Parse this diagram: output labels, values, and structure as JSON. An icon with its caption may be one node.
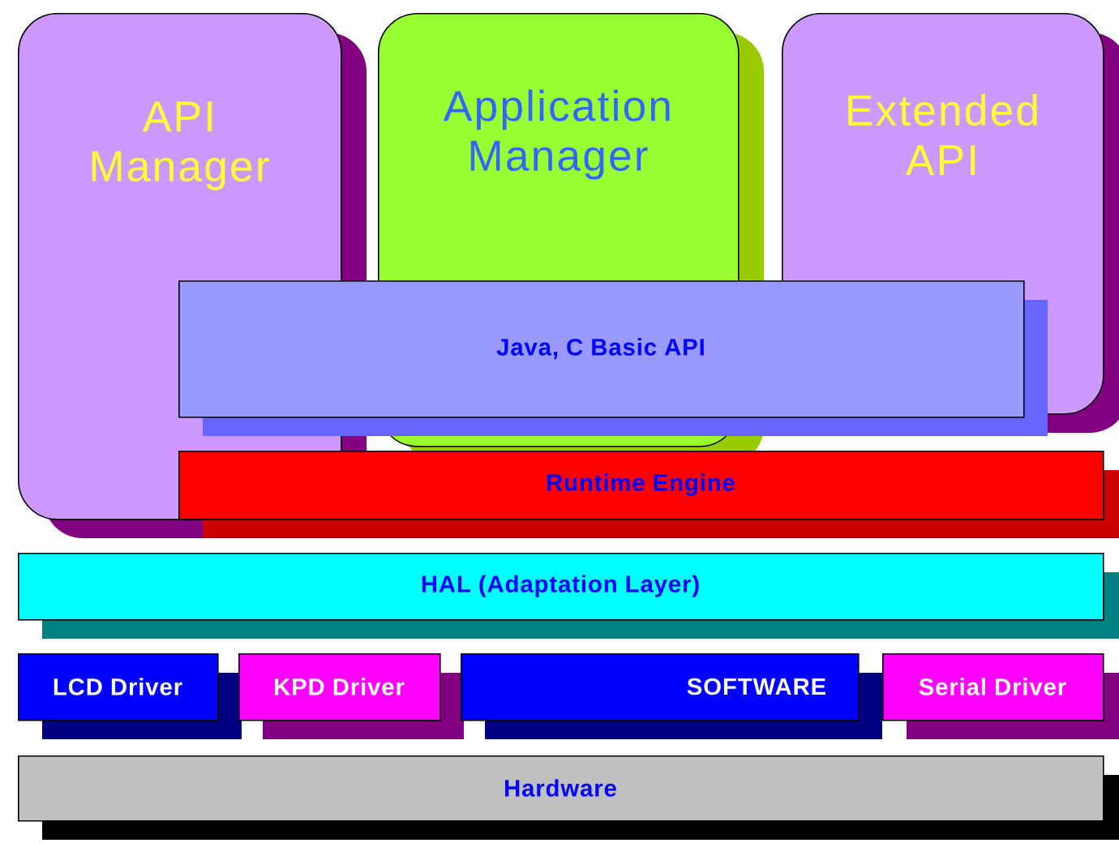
{
  "diagram": {
    "nodes": [
      {
        "text": [
          "API Manager"
        ]
      },
      {
        "text": [
          "Application Manager"
        ]
      },
      {
        "text": [
          "Extended API"
        ]
      },
      {
        "text": [
          "Java, C Basic API"
        ]
      },
      {
        "text": [
          "Runtime Engine"
        ]
      },
      {
        "text": [
          "HAL (Adaptation Layer)"
        ]
      },
      {
        "text": [
          "LCD Driver"
        ]
      },
      {
        "text": [
          "KPD Driver"
        ]
      },
      {
        "text": [
          "SOFTWARE"
        ]
      },
      {
        "text": [
          "Serial Driver"
        ]
      },
      {
        "text": [
          "Hardware"
        ]
      }
    ]
  }
}
